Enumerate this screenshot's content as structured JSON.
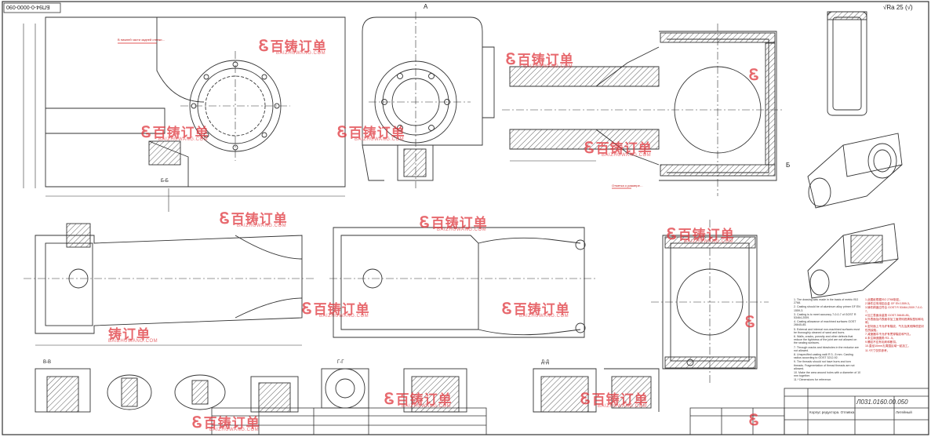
{
  "drawing": {
    "corner_code": "БП94-0-0000-090",
    "roughness_symbol": "√Ra 25 (√)",
    "title_number": "Л031.0160.00.050",
    "title_name": "Корпус редуктора. Отливка",
    "title_line3": "",
    "title_small": "Литейный"
  },
  "watermark": {
    "brand": "百铸订单",
    "url": "BAIZHUWANG.COM",
    "logo_glyph": "Ꮛ",
    "color": "#e0383e",
    "partial": "铸订单"
  },
  "annotations": {
    "red_note_1": "В нижней части задней стенки…",
    "red_note_2": "Отметка о размере…",
    "view_labels": [
      "А",
      "Б",
      "Б-Б",
      "В-В",
      "Г-Г",
      "Д-Д"
    ]
  },
  "notes_en": [
    "1. The drawing was made in the basis of metric ISO 2768.",
    "2. Casting should be of aluminum alloy primer GF EN 1559-3.",
    "3. Casting is to meet accuracy 7-0-0-7 of GOST R 53464-2009.",
    "4. Casting allowance of machined surfaces GOST 26645-85.",
    "5. External and internal non-machined surfaces must be thoroughly cleaned of sand and burrs.",
    "6. Walls, cracks, porosity and other defects that reduce the tightness of the joint are not allowed on the sealing surfaces.",
    "7. Through cracks and blowholes in the reductor are not allowed.",
    "8. Unspecified casting radii R 3...5 mm. Casting radius according to GOST 3212-92.",
    "9. The threads should not have burrs and torn threads. Fragmentation of thread threads are not allowed.",
    "10. Make the area around holes with a diameter of 10 mm together.",
    "11.* Dimensions for reference."
  ],
  "notes_cn": [
    "1.此图纸根据ISO 2768制定。",
    "2.铸件应采用铝合金 GF EN 1559-3。",
    "3.铸件精度应符合 GOST R 53464-2009 7-0-0-7。",
    "4.加工表面余量按 GOST 26645-85。",
    "5.外表面及内表面非加工面须彻底清除型砂和毛刺。",
    "6.密封面上不允许有裂纹、气孔及其他降低密封性的缺陷。",
    "7.减速器中不允许有贯穿裂纹和气孔。",
    "8.未注铸造圆角 R3...5。",
    "9.螺纹不应有毛刺和断扣。",
    "10.直径10mm孔周围区域一起加工。",
    "11.*尺寸仅供参考。"
  ]
}
